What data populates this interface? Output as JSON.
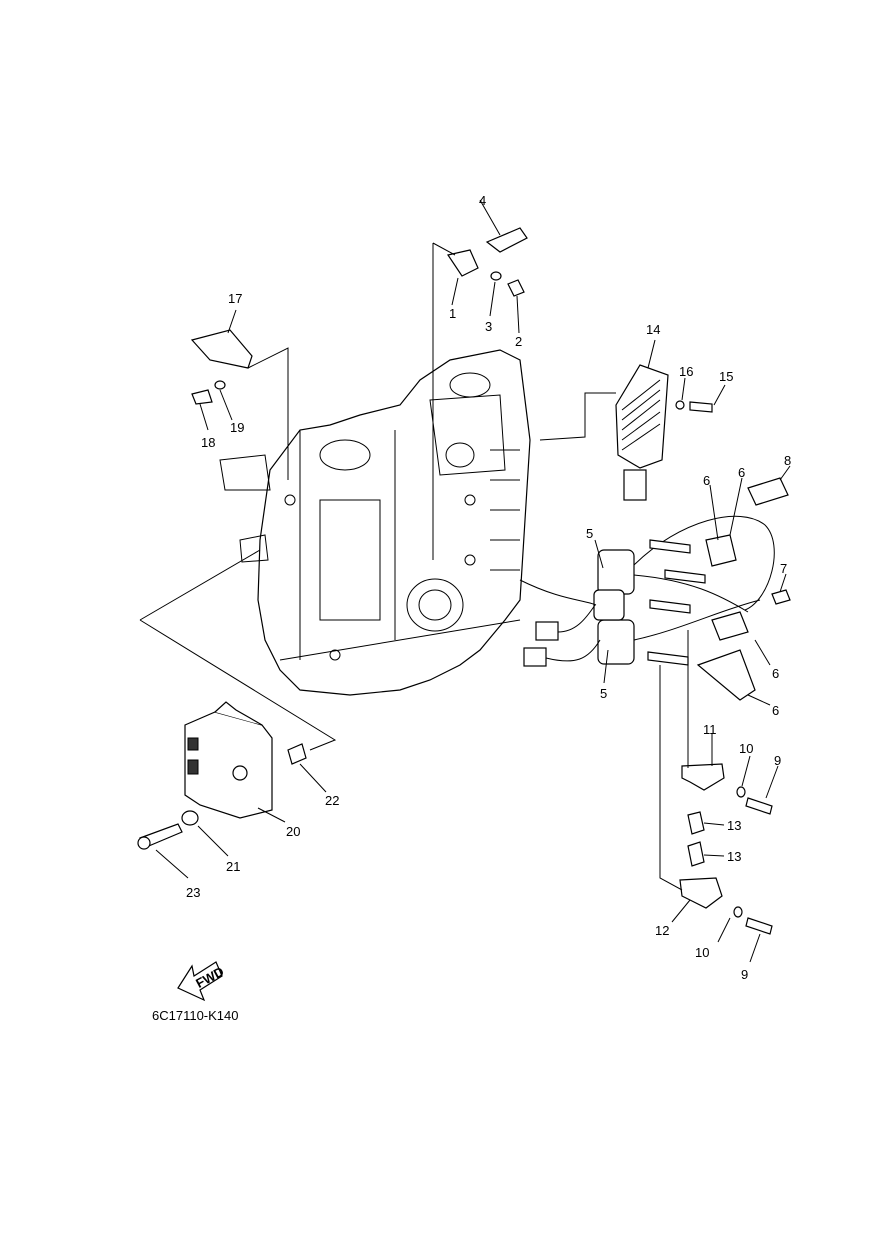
{
  "diagram_code": "6C17110-K140",
  "fwd_label": "FWD",
  "callouts": {
    "c1": "1",
    "c2": "2",
    "c3": "3",
    "c4": "4",
    "c5a": "5",
    "c5b": "5",
    "c6a": "6",
    "c6b": "6",
    "c6c": "6",
    "c6d": "6",
    "c7": "7",
    "c8": "8",
    "c9a": "9",
    "c9b": "9",
    "c10a": "10",
    "c10b": "10",
    "c11": "11",
    "c12": "12",
    "c13a": "13",
    "c13b": "13",
    "c14": "14",
    "c15": "15",
    "c16": "16",
    "c17": "17",
    "c18": "18",
    "c19": "19",
    "c20": "20",
    "c21": "21",
    "c22": "22",
    "c23": "23"
  }
}
